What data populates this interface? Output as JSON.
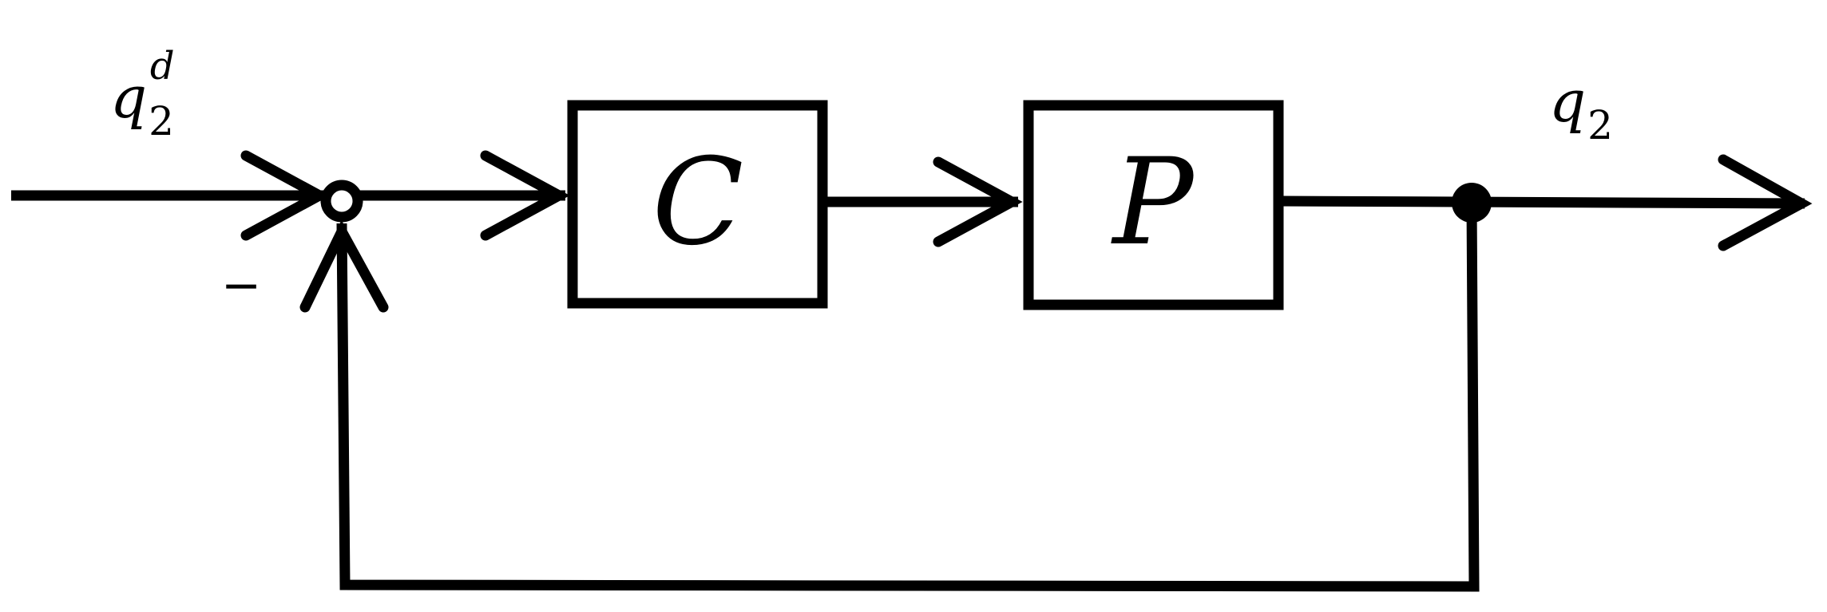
{
  "diagram": {
    "input_signal": {
      "base": "q",
      "sub": "2",
      "sup": "d"
    },
    "output_signal": {
      "base": "q",
      "sub": "2"
    },
    "feedback_sign": "−",
    "controller_block": {
      "label": "C"
    },
    "plant_block": {
      "label": "P"
    }
  }
}
